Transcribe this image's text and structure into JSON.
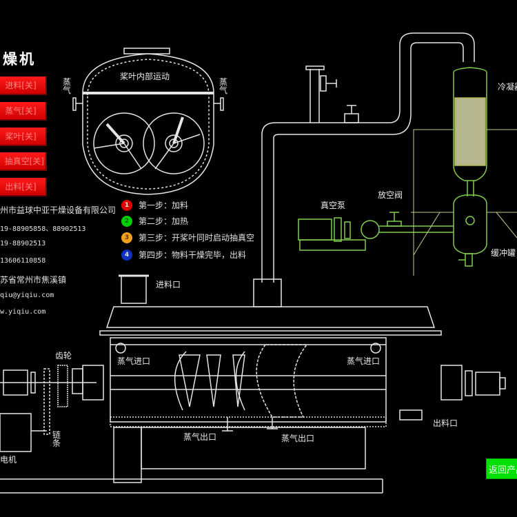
{
  "title": "燥机",
  "buttons": [
    {
      "label": "进料[关]"
    },
    {
      "label": "蒸气[关]"
    },
    {
      "label": "桨叶[关]"
    },
    {
      "label": "抽真空[关]"
    },
    {
      "label": "出料[关]"
    }
  ],
  "company": {
    "name": "州市益球中亚干燥设备有限公司",
    "tel": "19-88905858、88902513",
    "fax": "19-88902513",
    "mobile": "13606110858",
    "address": "苏省常州市焦溪镇",
    "email": "qiu@yiqiu.com",
    "web": "w.yiqiu.com"
  },
  "steps": [
    {
      "num": "1",
      "text": "第一步：加料",
      "color": "#e00000"
    },
    {
      "num": "2",
      "text": "第二步：加热",
      "color": "#00d000"
    },
    {
      "num": "3",
      "text": "第三步：开桨叶同时启动抽真空",
      "color": "#f0a020"
    },
    {
      "num": "4",
      "text": "第四步：物料干燥完毕，出料",
      "color": "#1030c0"
    }
  ],
  "labels": {
    "paddle_motion": "桨叶内部运动",
    "steam_left": "蒸气",
    "steam_right": "蒸气",
    "vacuum_pump": "真空泵",
    "vent_valve": "放空阀",
    "condenser": "冷凝器",
    "buffer_tank": "缓冲罐",
    "feed_inlet": "进料口",
    "gear": "齿轮",
    "chain": "链条",
    "motor": "减速电机",
    "steam_in_left": "蒸气进口",
    "steam_in_right": "蒸气进口",
    "steam_out_1": "蒸气出口",
    "steam_out_2": "蒸气出口",
    "discharge": "出料口"
  },
  "back_button": "返回产品"
}
